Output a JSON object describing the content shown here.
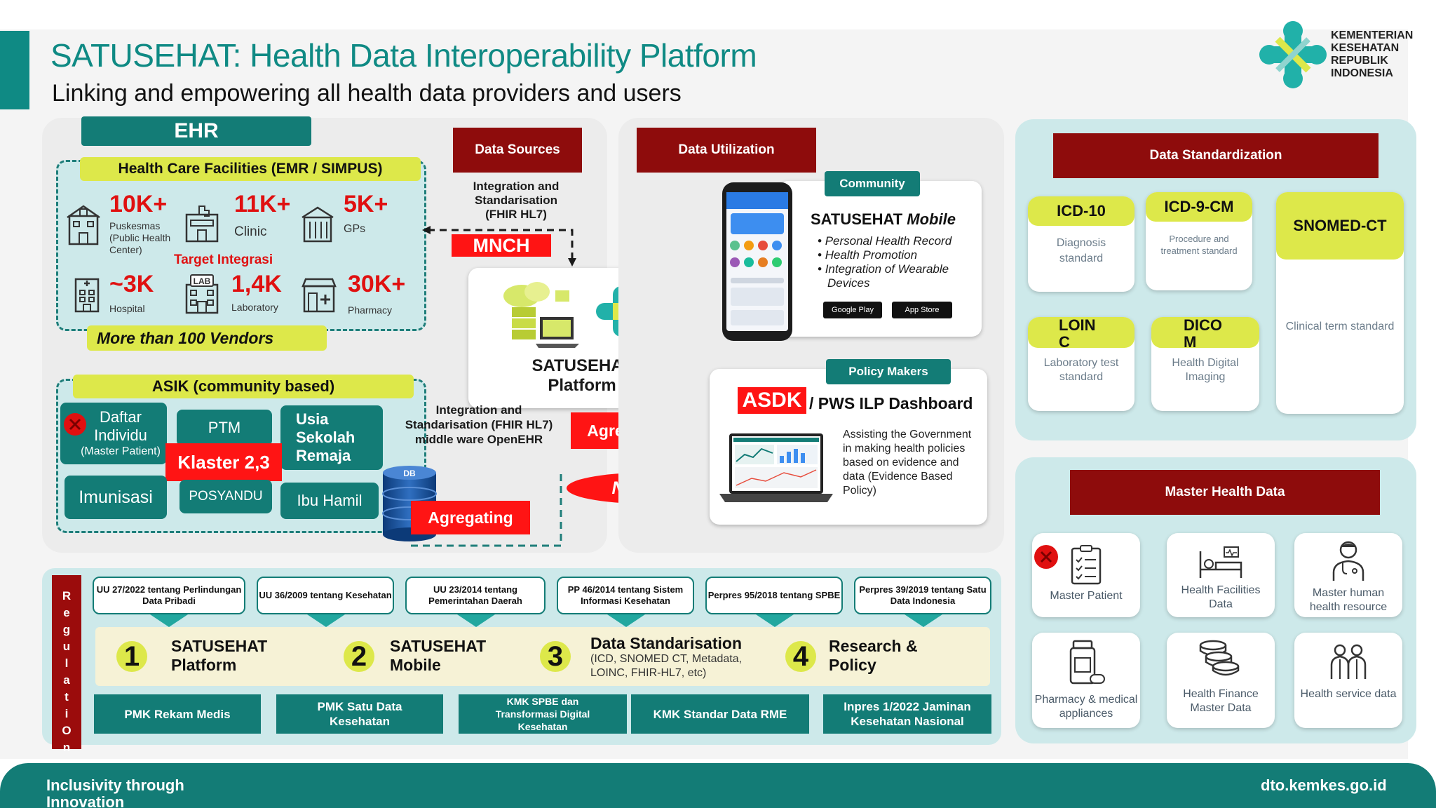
{
  "header": {
    "title": "SATUSEHAT: Health Data Interoperability Platform",
    "subtitle": "Linking and empowering all health data providers and users",
    "logo_lines": [
      "KEMENTERIAN",
      "KESEHATAN",
      "REPUBLIK",
      "INDONESIA"
    ]
  },
  "ehr": {
    "title": "EHR",
    "facilities_title": "Health Care Facilities (EMR / SIMPUS)",
    "stats": [
      {
        "value": "10K+",
        "label": "Puskesmas (Public Health Center)"
      },
      {
        "value": "11K+",
        "label": "Clinic"
      },
      {
        "value": "5K+",
        "label": "GPs"
      },
      {
        "value": "~3K",
        "label": "Hospital"
      },
      {
        "value": "1,4K",
        "label": "Laboratory"
      },
      {
        "value": "30K+",
        "label": "Pharmacy"
      }
    ],
    "lab_badge": "LAB",
    "target": "Target Integrasi",
    "vendors": "More than 100 Vendors",
    "asik_title": "ASIK (community based)",
    "asik": {
      "daftar_1": "Daftar",
      "daftar_2": "Individu",
      "daftar_3": "(Master Patient)",
      "ptm": "PTM",
      "usia_1": "Usia",
      "usia_2": "Sekolah",
      "usia_3": "Remaja",
      "klaster": "Klaster 2,3",
      "imunisasi": "Imunisasi",
      "posyandu": "POSYANDU",
      "ibu_hamil": "Ibu Hamil"
    },
    "db_label": "DB"
  },
  "middle": {
    "data_sources": "Data Sources",
    "integration_top": [
      "Integration and",
      "Standarisation",
      "(FHIR HL7)"
    ],
    "mnch": "MNCH",
    "platform": [
      "SATUSEHAT",
      "Platform"
    ],
    "integration_bottom": [
      "Integration and",
      "Standarisation  (FHIR HL7)",
      "middle ware OpenEHR"
    ],
    "agregating_1": "Agregating",
    "agregating_2": "Agregating",
    "nodejs": "NodeJS"
  },
  "utilization": {
    "title": "Data Utilization",
    "community": "Community",
    "mobile_title_1": "SATUSEHAT ",
    "mobile_title_2": "Mobile",
    "mobile_items": [
      "Personal Health Record",
      "Health Promotion",
      "Integration of Wearable Devices"
    ],
    "google_play": "Google Play",
    "app_store": "App Store",
    "policy_makers": "Policy Makers",
    "asdk": "ASDK",
    "dashboard": "/ PWS ILP Dashboard",
    "dashboard_desc": "Assisting the  Government in making  health policies based  on evidence and data  (Evidence Based Policy)"
  },
  "standardization": {
    "title": "Data Standardization",
    "items": [
      {
        "head": "ICD-10",
        "body": "Diagnosis standard"
      },
      {
        "head": "ICD-9-CM",
        "body": "Procedure and treatment standard"
      },
      {
        "head": "SNOMED-CT",
        "body": "Clinical term standard"
      },
      {
        "head_1": "LOIN",
        "head_2": "C",
        "body": "Laboratory test standard"
      },
      {
        "head_1": "DICO",
        "head_2": "M",
        "body": "Health Digital Imaging"
      }
    ]
  },
  "master": {
    "title": "Master Health Data",
    "items": [
      {
        "label": "Master Patient"
      },
      {
        "label": "Health Facilities Data"
      },
      {
        "label": "Master human health resource"
      },
      {
        "label": "Pharmacy & medical appliances"
      },
      {
        "label": "Health Finance Master Data"
      },
      {
        "label": "Health service data"
      }
    ]
  },
  "regulation": {
    "side_letters": [
      "R",
      "e",
      "g",
      "u",
      "l",
      "a",
      "t",
      "i",
      "O",
      "n"
    ],
    "laws": [
      "UU 27/2022 tentang Perlindungan Data Pribadi",
      "UU 36/2009 tentang Kesehatan",
      "UU 23/2014 tentang Pemerintahan Daerah",
      "PP 46/2014 tentang Sistem Informasi Kesehatan",
      "Perpres 95/2018 tentang SPBE",
      "Perpres 39/2019 tentang Satu Data Indonesia"
    ],
    "pillars": [
      {
        "num": "1",
        "title": "SATUSEHAT Platform"
      },
      {
        "num": "2",
        "title": "SATUSEHAT Mobile"
      },
      {
        "num": "3",
        "title": "Data Standarisation",
        "sub": "(ICD, SNOMED CT, Metadata, LOINC, FHIR-HL7, etc)"
      },
      {
        "num": "4",
        "title": "Research & Policy"
      }
    ],
    "pmk": [
      "PMK Rekam Medis",
      "PMK Satu Data Kesehatan",
      "KMK SPBE dan Transformasi Digital Kesehatan",
      "KMK Standar Data RME",
      "Inpres 1/2022 Jaminan Kesehatan Nasional"
    ]
  },
  "footer": {
    "left": "Inclusivity through Innovation",
    "right": "dto.kemkes.go.id"
  }
}
